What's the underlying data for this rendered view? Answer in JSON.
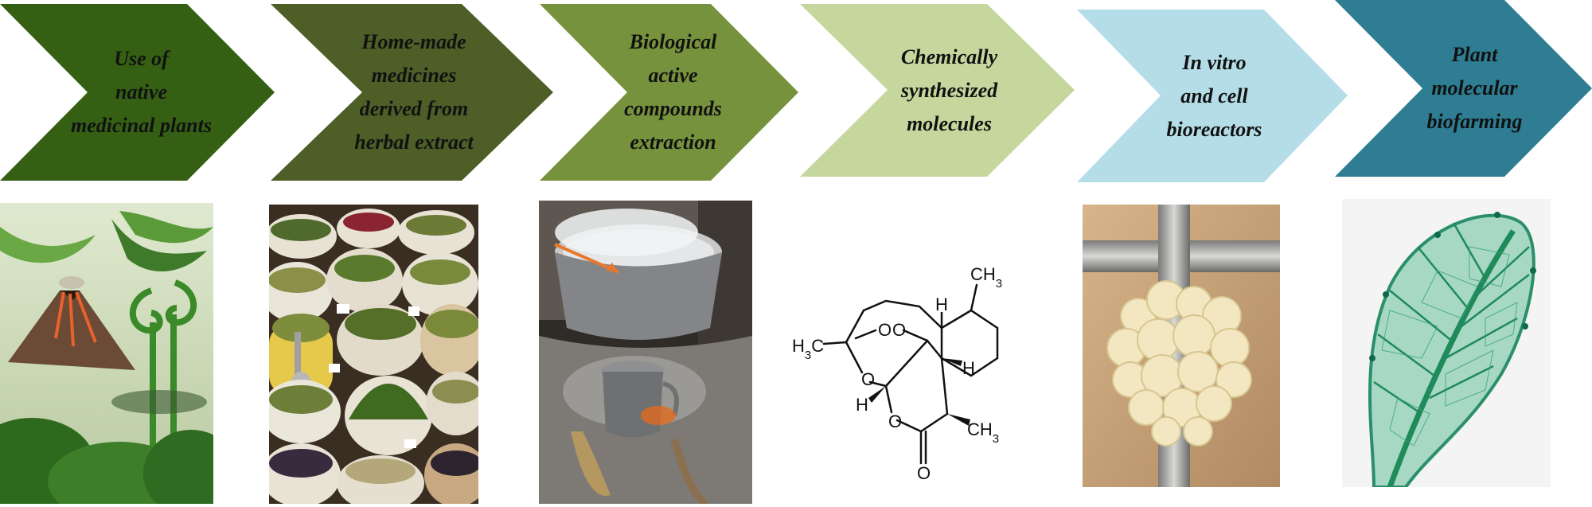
{
  "steps": [
    {
      "lines": [
        "Use of",
        "native",
        "medicinal plants"
      ],
      "color": "#356014"
    },
    {
      "lines": [
        "Home-made",
        "medicines",
        "derived from",
        "herbal extract"
      ],
      "color": "#4d5e26"
    },
    {
      "lines": [
        "Biological",
        "active",
        "compounds",
        "extraction"
      ],
      "color": "#76923c"
    },
    {
      "lines": [
        "Chemically",
        "synthesized",
        "molecules"
      ],
      "color": "#c5d79d"
    },
    {
      "lines": [
        "In vitro",
        "and cell",
        "bioreactors"
      ],
      "color": "#b5dde8"
    },
    {
      "lines": [
        "Plant",
        "molecular",
        "biofarming"
      ],
      "color": "#2e7d92"
    }
  ],
  "images": {
    "plants": {
      "icon": "fern-volcano-illustration"
    },
    "herbs": {
      "icon": "herb-sacks-photo"
    },
    "extraction": {
      "icon": "boiling-pot-photo"
    },
    "molecule": {
      "icon": "artemisinin-structure",
      "labels": {
        "h3c": "H3C",
        "ch3_top": "CH3",
        "ch3_bottom": "CH3",
        "h_top": "H",
        "h_right": "H",
        "h_left": "H",
        "o1": "O",
        "o2": "O",
        "o3": "O",
        "o4": "O",
        "o5": "O"
      }
    },
    "bioreactor": {
      "icon": "callus-culture-photo"
    },
    "leaf": {
      "icon": "gus-stained-leaf-photo"
    }
  }
}
